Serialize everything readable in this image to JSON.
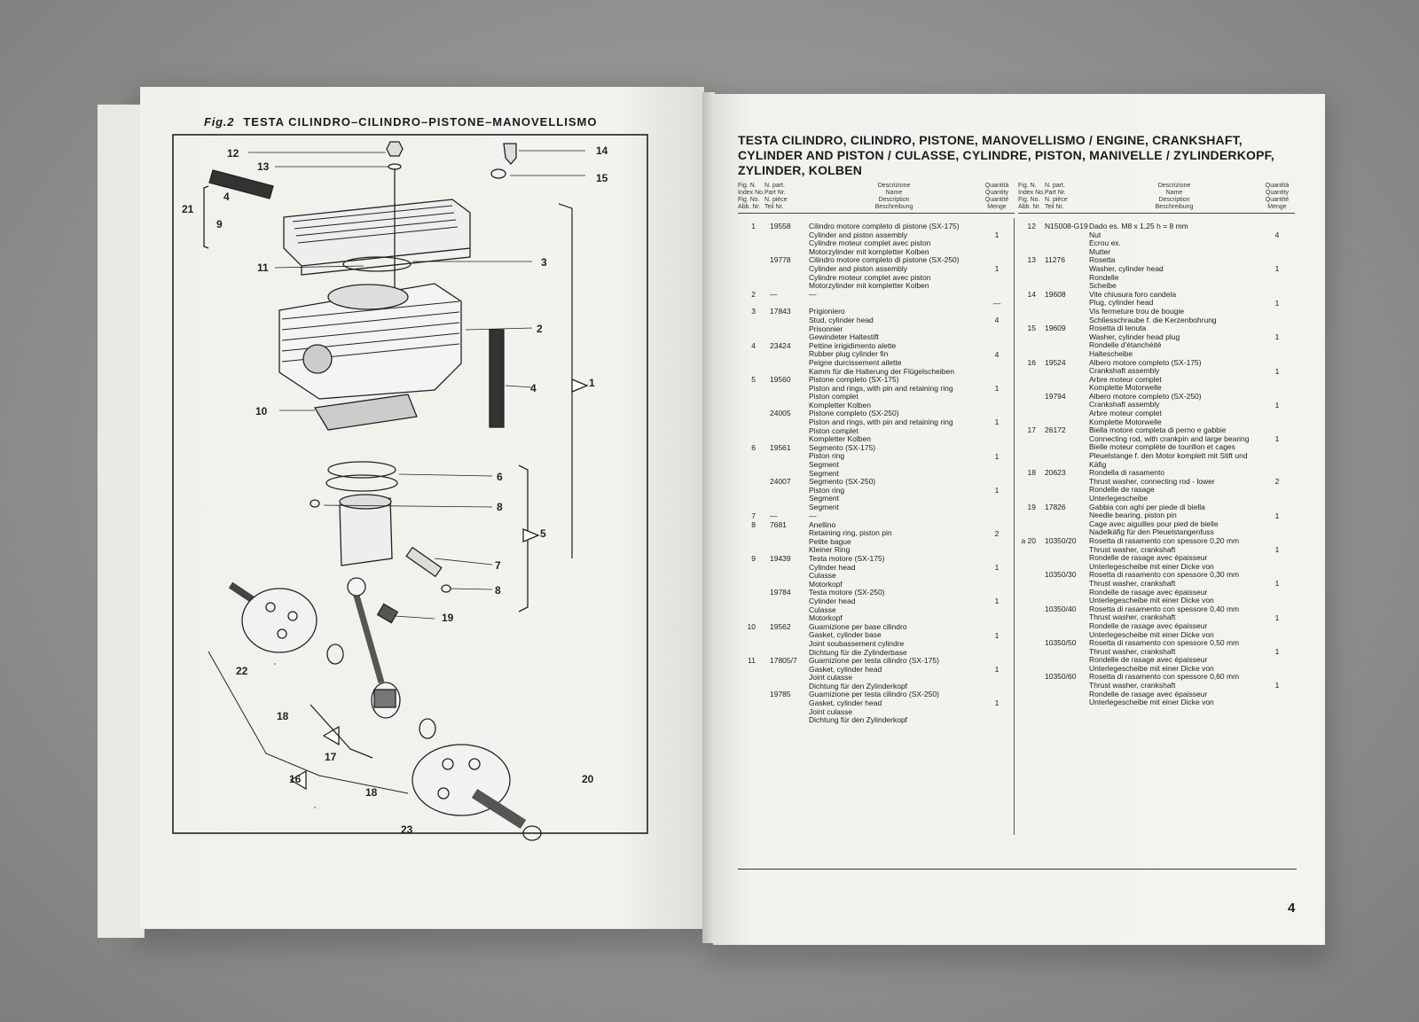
{
  "left_page": {
    "fig_label": "Fig.2",
    "fig_title": "TESTA CILINDRO–CILINDRO–PISTONE–MANOVELLISMO",
    "callouts": [
      "12",
      "13",
      "4",
      "21",
      "9",
      "11",
      "3",
      "2",
      "4",
      "10",
      "6",
      "8",
      "7",
      "8",
      "19",
      "22",
      "18",
      "17",
      "16",
      "18",
      "23",
      "20",
      "14",
      "15",
      "1",
      "5"
    ]
  },
  "right_page": {
    "title": "TESTA CILINDRO, CILINDRO, PISTONE, MANOVELLISMO / ENGINE, CRANKSHAFT, CYLINDER AND PISTON / CULASSE, CYLINDRE, PISTON, MANIVELLE / ZYLINDERKOPF, ZYLINDER, KOLBEN",
    "headers": {
      "fig": "Fig.  N.\nIndex No.\nFig.  No.\nAbb.  Nr.",
      "part": "N. part.\nPart Nr.\nN. pièce\nTeil Nr.",
      "desc": "Descrizione\nName\nDescription\nBeschreibung",
      "qty": "Quantità\nQuantity\nQuantité\nMenge"
    },
    "left_rows": [
      {
        "fig": "1",
        "part": "19558",
        "desc": "Cilindro motore completo di pistone (SX-175)\nCylinder and piston assembly\nCylindre moteur complet avec piston\nMotorzylinder mit kompletter Kolben",
        "qty": "1"
      },
      {
        "fig": "",
        "part": "19778",
        "desc": "Cilindro motore completo di pistone (SX-250)\nCylinder and piston assembly\nCylindre moteur complet avec piston\nMotorzylinder mit kompletter Kolben",
        "qty": "1"
      },
      {
        "fig": "2",
        "part": "—",
        "desc": "—",
        "qty": "—"
      },
      {
        "fig": "3",
        "part": "17843",
        "desc": "Prigioniero\nStud, cylinder head\nPrisonnier\nGewindeter Haltestift",
        "qty": "4"
      },
      {
        "fig": "4",
        "part": "23424",
        "desc": "Pettine irrigidimento alette\nRubber plug cylinder fin\nPeigne durcissement ailette\nKamm für die Halterung der Flügelscheiben",
        "qty": "4"
      },
      {
        "fig": "5",
        "part": "19560",
        "desc": "Pistone completo (SX-175)\nPiston and rings, with pin and retaining ring\nPiston complet\nKompletter Kolben",
        "qty": "1"
      },
      {
        "fig": "",
        "part": "24005",
        "desc": "Pistone completo (SX-250)\nPiston and rings, with pin and retaining ring\nPiston complet\nKompletter Kolben",
        "qty": "1"
      },
      {
        "fig": "6",
        "part": "19561",
        "desc": "Segmento (SX-175)\nPiston ring\nSegment\nSegment",
        "qty": "1"
      },
      {
        "fig": "",
        "part": "24007",
        "desc": "Segmento (SX-250)\nPiston ring\nSegment\nSegment",
        "qty": "1"
      },
      {
        "fig": "7",
        "part": "—",
        "desc": "—",
        "qty": ""
      },
      {
        "fig": "8",
        "part": "7681",
        "desc": "Anellino\nRetaining ring, piston pin\nPetite bague\nKleiner Ring",
        "qty": "2"
      },
      {
        "fig": "9",
        "part": "19439",
        "desc": "Testa motore (SX-175)\nCylinder head\nCulasse\nMotorkopf",
        "qty": "1"
      },
      {
        "fig": "",
        "part": "19784",
        "desc": "Testa motore (SX-250)\nCylinder head\nCulasse\nMotorkopf",
        "qty": "1"
      },
      {
        "fig": "10",
        "part": "19562",
        "desc": "Guarnizione per base cilindro\nGasket, cylinder base\nJoint soubassement cylindre\nDichtung für die Zylinderbase",
        "qty": "1"
      },
      {
        "fig": "11",
        "part": "17805/7",
        "desc": "Guarnizione per testa cilindro (SX-175)\nGasket, cylinder head\nJoint culasse\nDichtung für den Zylinderkopf",
        "qty": "1"
      },
      {
        "fig": "",
        "part": "19785",
        "desc": "Guarnizione per testa cilindro (SX-250)\nGasket, cylinder head\nJoint culasse\nDichtung für den Zylinderkopf",
        "qty": "1"
      }
    ],
    "right_rows": [
      {
        "fig": "12",
        "part": "N15008-G19",
        "desc": "Dado es. M8 x 1,25  h = 8 mm\nNut\nEcrou ex.\nMutter",
        "qty": "4"
      },
      {
        "fig": "13",
        "part": "11276",
        "desc": "Rosetta\nWasher, cylinder head\nRondelle\nScheibe",
        "qty": "1"
      },
      {
        "fig": "14",
        "part": "19608",
        "desc": "Vite chiusura foro candela\nPlug, cylinder head\nVis fermeture trou de bougie\nSchliesschraube f. die Kerzenbohrung",
        "qty": "1"
      },
      {
        "fig": "15",
        "part": "19609",
        "desc": "Rosetta di tenuta\nWasher, cylinder head plug\nRondelle d'étanchéité\nHaltescheibe",
        "qty": "1"
      },
      {
        "fig": "16",
        "part": "19524",
        "desc": "Albero motore completo (SX-175)\nCrankshaft assembly\nArbre moteur complet\nKomplette Motorwelle",
        "qty": "1"
      },
      {
        "fig": "",
        "part": "19794",
        "desc": "Albero motore completo (SX-250)\nCrankshaft assembly\nArbre moteur complet\nKomplette Motorwelle",
        "qty": "1"
      },
      {
        "fig": "17",
        "part": "26172",
        "desc": "Biella motore completa di perno e gabbie\nConnecting rod, with crankpin and large bearing\nBielle moteur complète de tourillon et cages\nPleuelstange f. den Motor komplett mit Stift und Käfig",
        "qty": "1"
      },
      {
        "fig": "18",
        "part": "20623",
        "desc": "Rondella di rasamento\nThrust washer, connecting rod - lower\nRondelle de rasage\nUnterlegescheibe",
        "qty": "2"
      },
      {
        "fig": "19",
        "part": "17826",
        "desc": "Gabbia con aghi per piede di biella\nNeedle bearing, piston pin\nCage avec aiguilles pour pied de bielle\nNadelkäfig für den Pleuelstangenfuss",
        "qty": "1"
      },
      {
        "fig": "a 20",
        "part": "10350/20",
        "desc": "Rosetta di rasamento con spessore 0,20 mm\nThrust washer, crankshaft\nRondelle de rasage avec épaisseur\nUnterlegescheibe mit einer Dicke von",
        "qty": "1"
      },
      {
        "fig": "",
        "part": "10350/30",
        "desc": "Rosetta di rasamento con spessore 0,30 mm\nThrust washer, crankshaft\nRondelle de rasage avec épaisseur\nUnterlegescheibe mit einer Dicke von",
        "qty": "1"
      },
      {
        "fig": "",
        "part": "10350/40",
        "desc": "Rosetta di rasamento con spessore 0,40 mm\nThrust washer, crankshaft\nRondelle de rasage avec épaisseur\nUnterlegescheibe mit einer Dicke von",
        "qty": "1"
      },
      {
        "fig": "",
        "part": "10350/50",
        "desc": "Rosetta di rasamento con spessore 0,50 mm\nThrust washer, crankshaft\nRondelle de rasage avec épaisseur\nUnterlegescheibe mit einer Dicke von",
        "qty": "1"
      },
      {
        "fig": "",
        "part": "10350/60",
        "desc": "Rosetta di rasamento con spessore 0,60 mm\nThrust washer, crankshaft\nRondelle de rasage avec épaisseur\nUnterlegescheibe mit einer Dicke von",
        "qty": "1"
      }
    ],
    "page_number": "4"
  }
}
